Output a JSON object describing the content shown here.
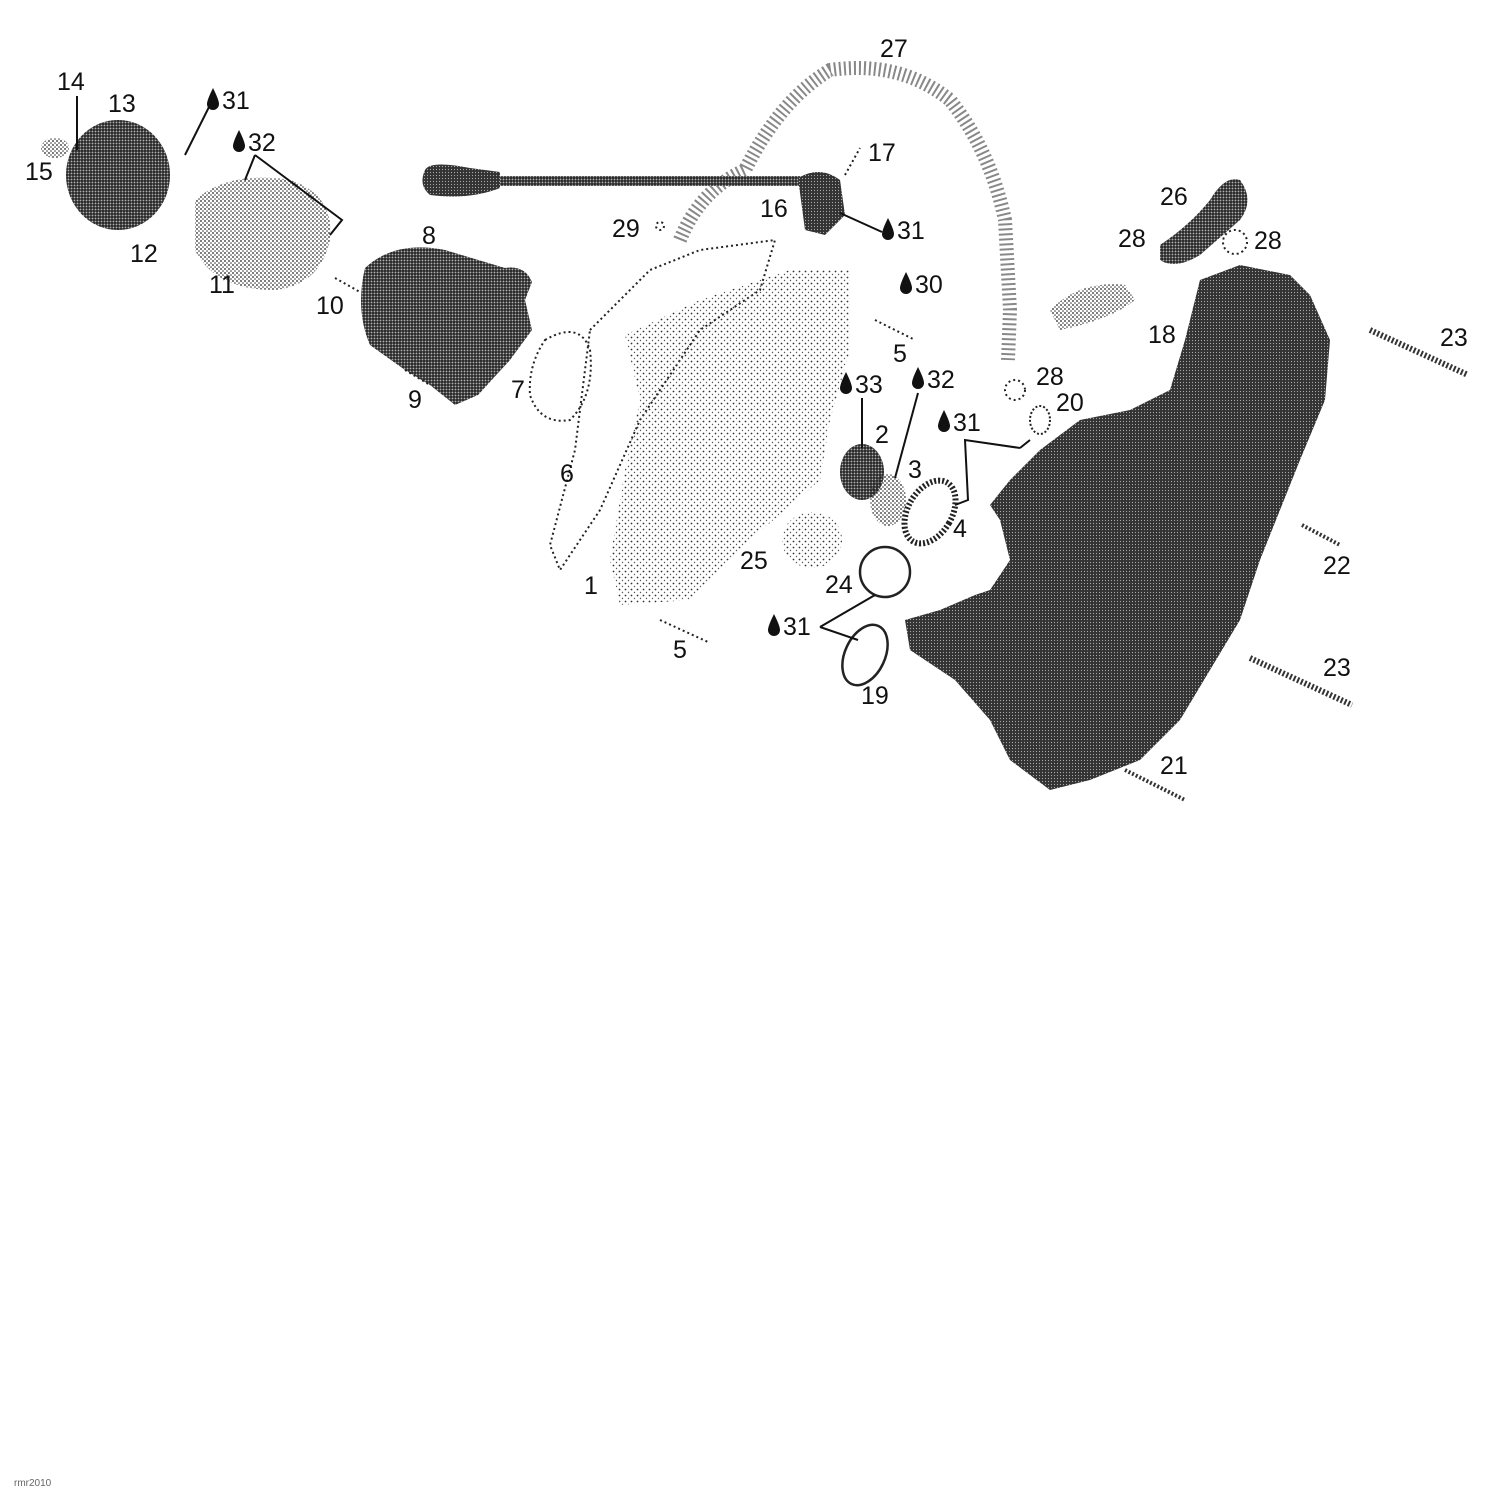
{
  "diagram": {
    "callouts": [
      {
        "id": "c1",
        "text": "1"
      },
      {
        "id": "c2",
        "text": "2"
      },
      {
        "id": "c3",
        "text": "3"
      },
      {
        "id": "c4",
        "text": "4"
      },
      {
        "id": "c5a",
        "text": "5"
      },
      {
        "id": "c5b",
        "text": "5"
      },
      {
        "id": "c6",
        "text": "6"
      },
      {
        "id": "c7",
        "text": "7"
      },
      {
        "id": "c8",
        "text": "8"
      },
      {
        "id": "c9",
        "text": "9"
      },
      {
        "id": "c10",
        "text": "10"
      },
      {
        "id": "c11",
        "text": "11"
      },
      {
        "id": "c12",
        "text": "12"
      },
      {
        "id": "c13",
        "text": "13"
      },
      {
        "id": "c14",
        "text": "14"
      },
      {
        "id": "c15",
        "text": "15"
      },
      {
        "id": "c16",
        "text": "16"
      },
      {
        "id": "c17",
        "text": "17"
      },
      {
        "id": "c18",
        "text": "18"
      },
      {
        "id": "c19",
        "text": "19"
      },
      {
        "id": "c20",
        "text": "20"
      },
      {
        "id": "c21",
        "text": "21"
      },
      {
        "id": "c22",
        "text": "22"
      },
      {
        "id": "c23a",
        "text": "23"
      },
      {
        "id": "c23b",
        "text": "23"
      },
      {
        "id": "c24",
        "text": "24"
      },
      {
        "id": "c25",
        "text": "25"
      },
      {
        "id": "c26",
        "text": "26"
      },
      {
        "id": "c27",
        "text": "27"
      },
      {
        "id": "c28a",
        "text": "28"
      },
      {
        "id": "c28b",
        "text": "28"
      },
      {
        "id": "c28c",
        "text": "28"
      },
      {
        "id": "c29",
        "text": "29"
      }
    ],
    "lubricant_callouts": [
      {
        "id": "l31a",
        "text": "31"
      },
      {
        "id": "l32a",
        "text": "32"
      },
      {
        "id": "l31b",
        "text": "31"
      },
      {
        "id": "l30",
        "text": "30"
      },
      {
        "id": "l33",
        "text": "33"
      },
      {
        "id": "l32b",
        "text": "32"
      },
      {
        "id": "l31c",
        "text": "31"
      },
      {
        "id": "l31d",
        "text": "31"
      }
    ],
    "footer_code": "rmr2010"
  }
}
